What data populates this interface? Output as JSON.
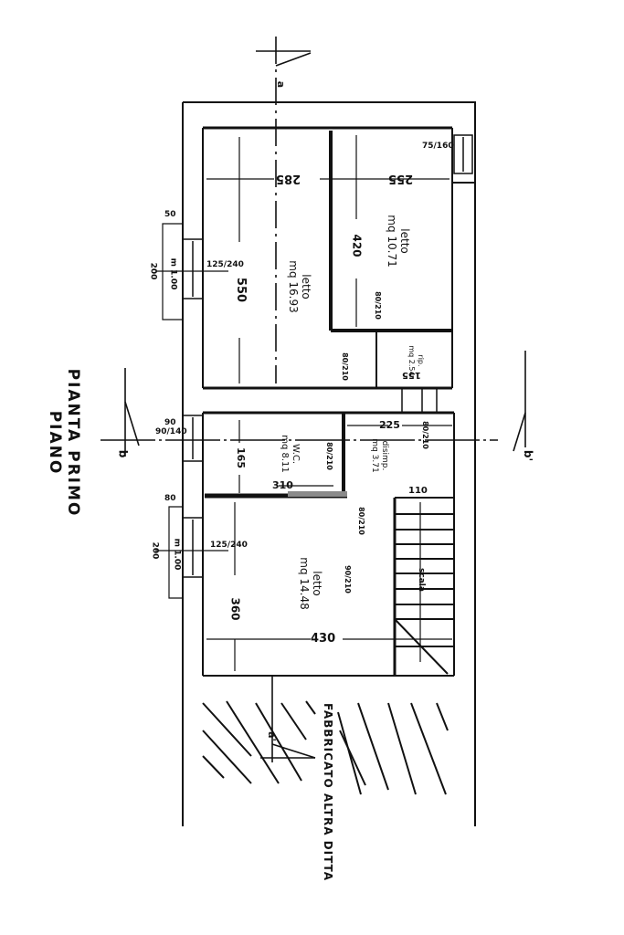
{
  "drawing": {
    "title": "PIANTA PRIMO PIANO",
    "neighbor_label": "FABBRICATO ALTRA DITTA",
    "section_marks": {
      "top": "a",
      "left": "b",
      "right": "b'",
      "bottom": "a'"
    }
  },
  "rooms": [
    {
      "name": "letto",
      "area": "mq 16.93"
    },
    {
      "name": "letto",
      "area": "mq 10.71"
    },
    {
      "name": "W.C.",
      "area": "mq 8.11"
    },
    {
      "name": "letto",
      "area": "mq 14.48"
    },
    {
      "name": "disimp.",
      "area": "mq 3.71"
    },
    {
      "name": "rip.",
      "area": "mq 2.54"
    }
  ],
  "dimensions": {
    "top_left_width": "285",
    "top_right_width": "255",
    "top_left_depth": "550",
    "top_right_depth": "420",
    "small_room_width": "155",
    "wc_depth": "165",
    "wc_width": "310",
    "hall_width": "225",
    "stair_width": "110",
    "bottom_room_depth": "360",
    "bottom_room_width": "430",
    "window_top_right": "75/160",
    "window_upper_left": "125/240",
    "window_upper_left_outer": "200",
    "window_upper_left_sill": "50",
    "window_upper_left_h": "m 1.00",
    "window_wc": "90/140",
    "window_wc_sill": "90",
    "window_lower_left": "125/240",
    "window_lower_left_outer": "200",
    "window_lower_left_sill": "80",
    "window_lower_left_h": "m 1.00",
    "door_a": "80/210",
    "door_b": "80/210",
    "door_c": "80/210",
    "door_d": "80/210",
    "door_e": "80/210",
    "door_f": "90/210",
    "stair_label": "scala"
  },
  "colors": {
    "ink": "#111111",
    "paper": "#ffffff",
    "grey_smudge": "#8a8a8a"
  }
}
